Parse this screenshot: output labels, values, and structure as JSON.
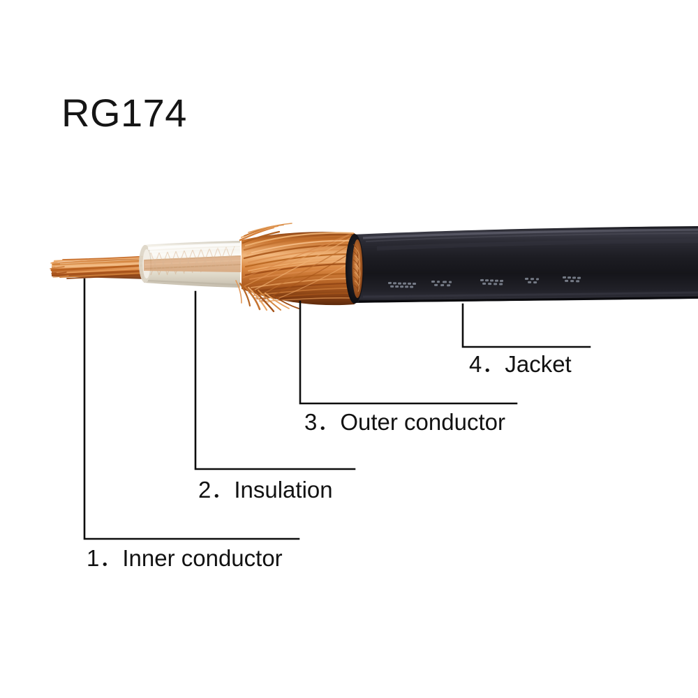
{
  "title": "RG174",
  "diagram": {
    "subject": "coaxial-cable-cutaway",
    "colors": {
      "background": "#ffffff",
      "copper": "#c4702f",
      "copper_highlight": "#e9a367",
      "copper_dark": "#8a4216",
      "insulation": "#e9e3d6",
      "insulation_highlight": "#f8f5ee",
      "jacket": "#1b1b20",
      "jacket_highlight": "#4a4a54",
      "jacket_print": "#9aa0ad",
      "leader_line": "#0d0d0d",
      "text": "#121212"
    }
  },
  "callouts": [
    {
      "number": "1",
      "name": "inner-conductor",
      "text": "1．Inner conductor",
      "target": "stranded copper centre wire"
    },
    {
      "number": "2",
      "name": "insulation",
      "text": "2．Insulation",
      "target": "translucent dielectric tube"
    },
    {
      "number": "3",
      "name": "outer-conductor",
      "text": "3．Outer conductor",
      "target": "unbraided copper shield"
    },
    {
      "number": "4",
      "name": "jacket",
      "text": "4．Jacket",
      "target": "black outer sheath"
    }
  ]
}
